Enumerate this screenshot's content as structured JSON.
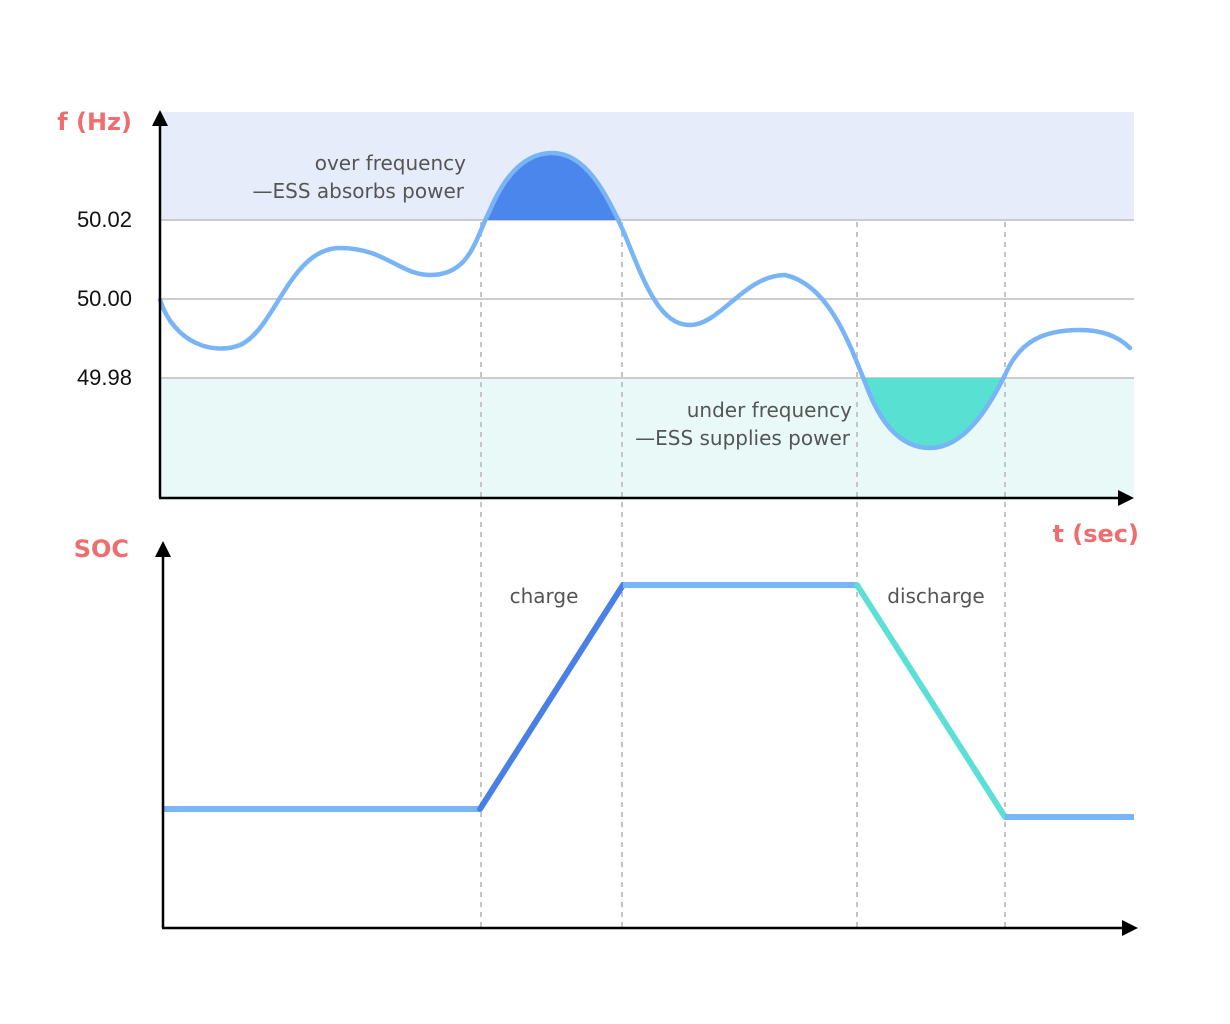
{
  "colors": {
    "axis_title": "#f06d6d",
    "over_band": "#e6ecf9",
    "under_band": "#e8f9f8",
    "curve": "#79b4f6",
    "over_fill": "#4a86ec",
    "under_fill": "#58e0d2",
    "charge_line": "#4a80e6",
    "discharge_line": "#5cdfd4",
    "grid": "#cccccc",
    "dashed": "#c4c4c4",
    "axis": "#000000"
  },
  "frequency_plot": {
    "y_axis_title": "f (Hz)",
    "x_axis_title": "t (sec)",
    "y_ticks": [
      "50.02",
      "50.00",
      "49.98"
    ],
    "over_note": [
      "over frequency",
      "—ESS absorbs power"
    ],
    "under_note": [
      "under frequency",
      "—ESS supplies power"
    ]
  },
  "soc_plot": {
    "y_axis_title": "SOC",
    "charge_label": "charge",
    "discharge_label": "discharge"
  }
}
